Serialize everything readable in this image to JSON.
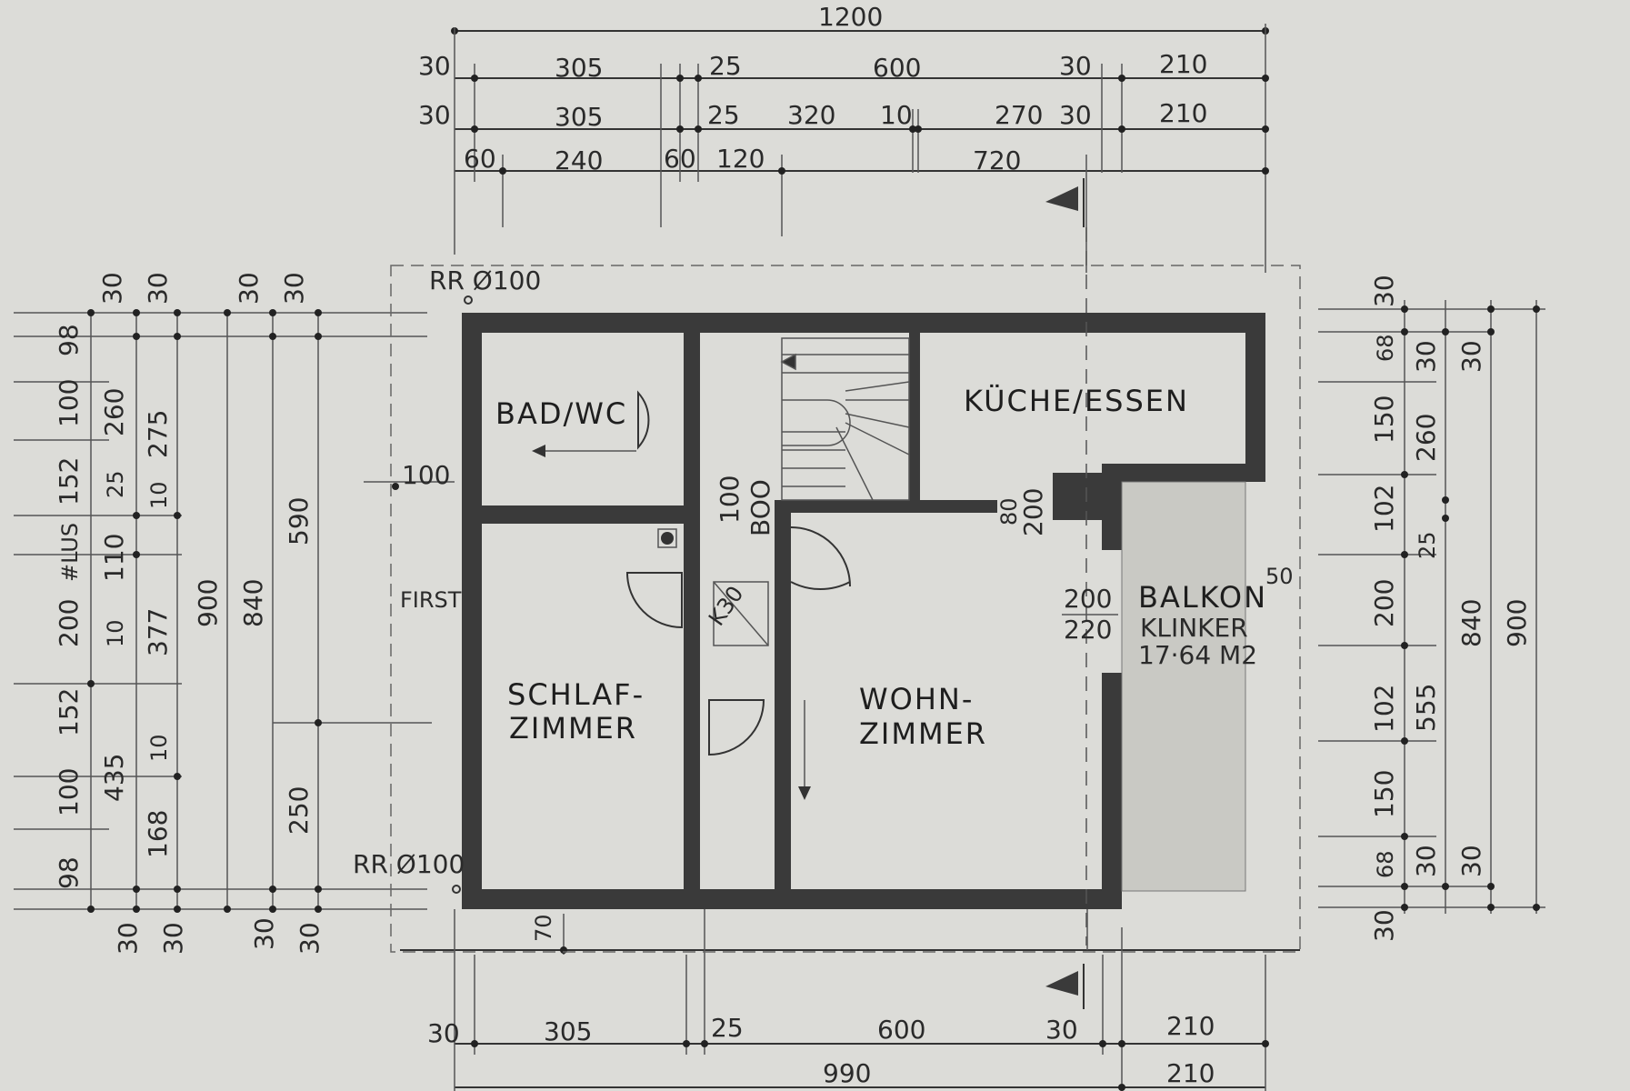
{
  "rooms": {
    "bad": "BAD/WC",
    "kueche": "KÜCHE/ESSEN",
    "schlaf1": "SCHLAF-",
    "schlaf2": "ZIMMER",
    "wohn1": "WOHN-",
    "wohn2": "ZIMMER",
    "balkon1": "BALKON",
    "balkon2": "KLINKER",
    "balkon3": "17·64 M2"
  },
  "annotations": {
    "rr_top": "RR Ø100",
    "rr_bottom": "RR Ø100",
    "first": "FIRST",
    "dim_100_left": "100",
    "stair_100": "100",
    "stair_boo": "BOO",
    "chimney_80": "80",
    "chimney_200": "200",
    "door_30": "K30",
    "balkon_50": "50",
    "balkon_200": "200",
    "balkon_220": "220",
    "bottom_70": "70"
  },
  "dims_top": {
    "overall": "1200",
    "row1": [
      "30",
      "305",
      "25",
      "600",
      "30",
      "210"
    ],
    "row2": [
      "30",
      "305",
      "25",
      "320",
      "10",
      "270",
      "30",
      "210"
    ],
    "row3": [
      "60",
      "240",
      "60",
      "120",
      "720"
    ]
  },
  "dims_bottom": {
    "row1": [
      "30",
      "305",
      "25",
      "600",
      "30",
      "210"
    ],
    "row2": [
      "990",
      "210"
    ]
  },
  "dims_left": {
    "top": [
      "30",
      "30",
      "30",
      "30"
    ],
    "col1": [
      "98",
      "100",
      "152",
      "#LUS",
      "200",
      "152",
      "100",
      "98"
    ],
    "col2": [
      "260",
      "25",
      "110",
      "10",
      "435"
    ],
    "col3": [
      "275",
      "10",
      "377",
      "10",
      "168"
    ],
    "col4": [
      "900"
    ],
    "col5": [
      "840"
    ],
    "col6": [
      "590",
      "250"
    ],
    "bottom": [
      "30",
      "30",
      "30",
      "30"
    ]
  },
  "dims_right": {
    "col1": [
      "30",
      "68",
      "150",
      "102",
      "200",
      "102",
      "150",
      "68",
      "30"
    ],
    "col2": [
      "30",
      "260",
      "25",
      "555",
      "30"
    ],
    "col3": [
      "30",
      "840",
      "30"
    ],
    "col4": [
      "900"
    ]
  }
}
